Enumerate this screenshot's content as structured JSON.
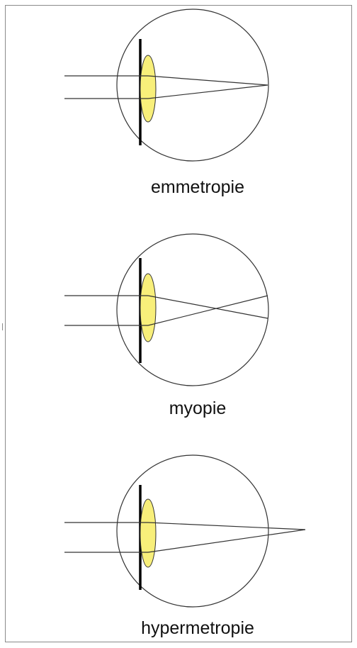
{
  "panels": [
    {
      "id": "emmetropie",
      "caption": "emmetropie",
      "focus": "on-retina"
    },
    {
      "id": "myopie",
      "caption": "myopie",
      "focus": "in-front-of-retina"
    },
    {
      "id": "hypermetropie",
      "caption": "hypermetropie",
      "focus": "behind-retina"
    }
  ],
  "colors": {
    "lens_fill": "#f8ef7a",
    "line": "#333333",
    "iris": "#000000"
  }
}
